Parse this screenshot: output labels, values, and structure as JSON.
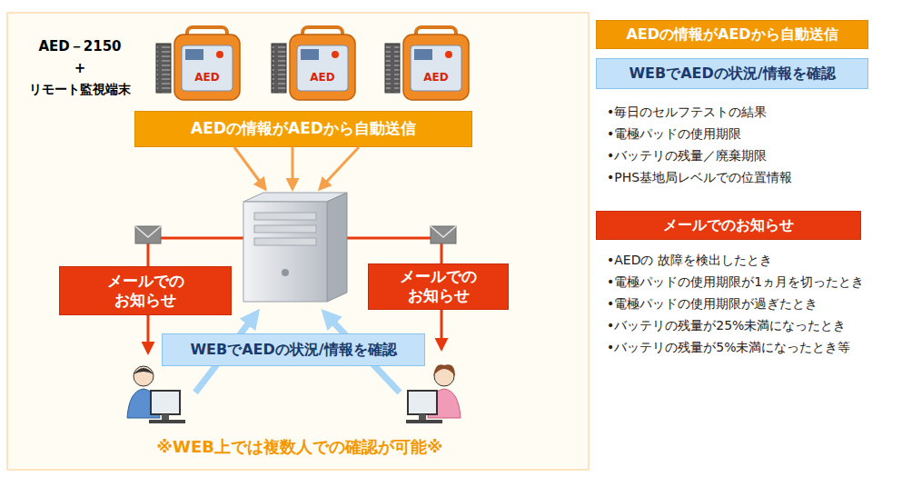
{
  "diagram": {
    "nodes": [
      {
        "text": [
          "AEDの情報がAEDから自動送信"
        ]
      },
      {
        "text": [
          "メールでの お知らせ"
        ]
      },
      {
        "text": [
          "メールでの お知らせ"
        ]
      },
      {
        "text": [
          "WEBでAEDの状況/情報を確認"
        ]
      },
      {
        "text": [
          "AEDの情報がAEDから自動送信"
        ]
      },
      {
        "text": [
          "WEBでAEDの状況/情報を確認"
        ]
      },
      {
        "text": [
          "メールでのお知らせ"
        ]
      }
    ],
    "labels": [
      "AED－2150",
      "+",
      "リモート監視端末",
      "AED",
      "AED",
      "AED",
      "※WEB上では複数人での確認が可能※",
      "•毎日のセルフテストの結果",
      "•電極パッドの使用期限",
      "•バッテリの残量／廃棄期限",
      "•PHS基地局レベルでの位置情報",
      "•AEDの 故障を検出したとき",
      "•電極パッドの使用期限が1ヵ月を切ったとき",
      "•電極パッドの使用期限が過ぎたとき",
      "•バッテリの残量が25%未満になったとき",
      "•バッテリの残量が5%未満になったとき等"
    ]
  }
}
